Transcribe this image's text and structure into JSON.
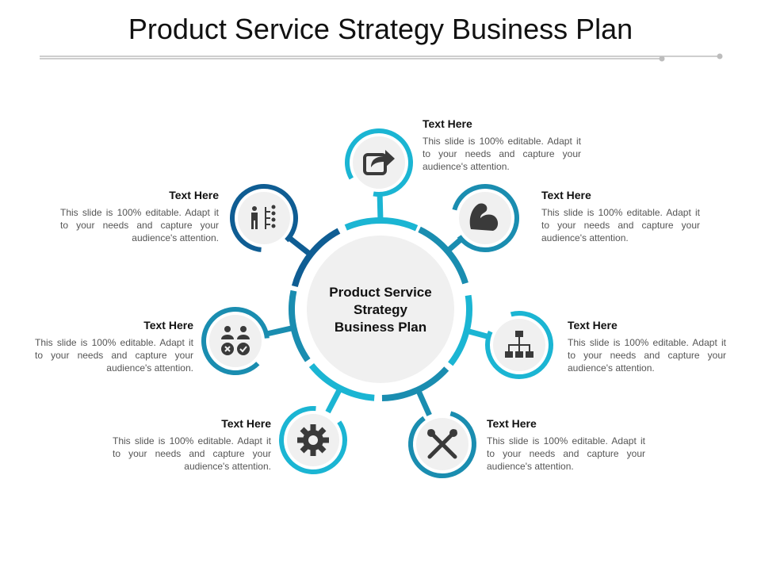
{
  "title": "Product Service Strategy Business Plan",
  "center": {
    "line1": "Product Service",
    "line2": "Strategy",
    "line3": "Business Plan"
  },
  "colors": {
    "cyan": "#1bb5d3",
    "teal": "#1a8db0",
    "dark": "#0f5d93",
    "icon": "#3a3a3a",
    "fill": "#f0f0f0"
  },
  "items": [
    {
      "heading": "Text Here",
      "body": "This slide is 100% editable. Adapt it to your needs and capture your audience's attention.",
      "icon": "share-icon"
    },
    {
      "heading": "Text Here",
      "body": "This slide is 100% editable. Adapt it to your needs and capture your audience's attention.",
      "icon": "strength-arm-icon"
    },
    {
      "heading": "Text Here",
      "body": "This slide is 100% editable. Adapt it to your needs and capture your audience's attention.",
      "icon": "hierarchy-icon"
    },
    {
      "heading": "Text Here",
      "body": "This slide is 100% editable. Adapt it to your needs and capture your audience's attention.",
      "icon": "tools-icon"
    },
    {
      "heading": "Text Here",
      "body": "This slide is 100% editable. Adapt it to your needs and capture your audience's attention.",
      "icon": "gear-icon"
    },
    {
      "heading": "Text Here",
      "body": "This slide is 100% editable. Adapt it to your needs and capture your audience's attention.",
      "icon": "user-approval-icon"
    },
    {
      "heading": "Text Here",
      "body": "This slide is 100% editable. Adapt it to your needs and capture your audience's attention.",
      "icon": "presentation-list-icon"
    }
  ]
}
